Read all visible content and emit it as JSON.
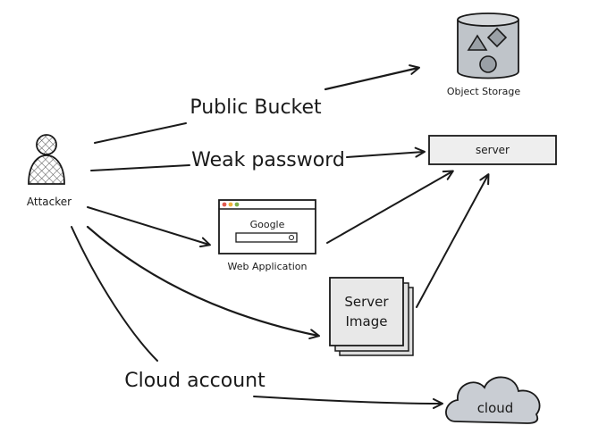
{
  "nodes": {
    "attacker": "Attacker",
    "object_storage": "Object Storage",
    "server": "server",
    "web_application": "Web Application",
    "browser_logo": "Google",
    "server_image_line1": "Server",
    "server_image_line2": "Image",
    "cloud": "cloud"
  },
  "edges": {
    "public_bucket": "Public Bucket",
    "weak_password": "Weak password",
    "cloud_account": "Cloud account"
  },
  "colors": {
    "ink": "#1a1a1a",
    "storage_fill": "#bfc4c9",
    "server_fill": "#eeeeee",
    "image_fill": "#e6e6e6",
    "cloud_fill": "#c9cdd3"
  }
}
